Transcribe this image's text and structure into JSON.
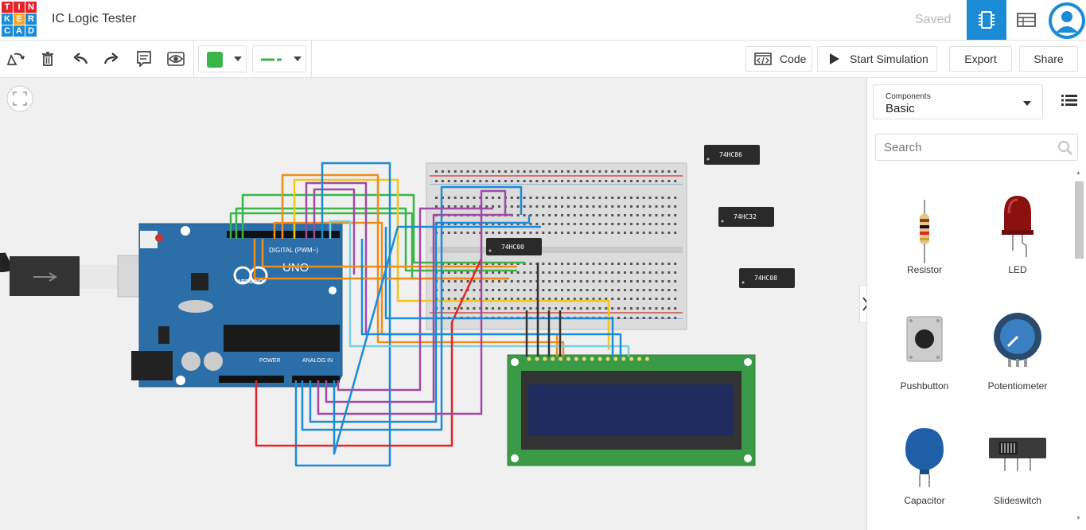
{
  "app": {
    "logo_letters": [
      "T",
      "I",
      "N",
      "K",
      "E",
      "R",
      "C",
      "A",
      "D"
    ],
    "logo_colors": [
      "#e2242a",
      "#e2242a",
      "#e2242a",
      "#1a8bd6",
      "#f5a623",
      "#1a8bd6",
      "#1a8bd6",
      "#1a8bd6",
      "#1a8bd6"
    ],
    "title": "IC Logic Tester",
    "saved_label": "Saved"
  },
  "toolbar": {
    "code_label": "Code",
    "start_sim_label": "Start Simulation",
    "export_label": "Export",
    "share_label": "Share",
    "wire_color": "#3ab54a"
  },
  "panel": {
    "components_caption": "Components",
    "components_value": "Basic",
    "search_placeholder": "Search",
    "items": [
      {
        "label": "Resistor",
        "icon": "resistor-icon"
      },
      {
        "label": "LED",
        "icon": "led-icon"
      },
      {
        "label": "Pushbutton",
        "icon": "pushbutton-icon"
      },
      {
        "label": "Potentiometer",
        "icon": "potentiometer-icon"
      },
      {
        "label": "Capacitor",
        "icon": "capacitor-icon"
      },
      {
        "label": "Slideswitch",
        "icon": "slideswitch-icon"
      }
    ]
  },
  "circuit": {
    "chips": [
      "74HC86",
      "74HC32",
      "74HC08",
      "74HC00"
    ],
    "arduino_model": "UNO",
    "arduino_brand": "ARDUINO",
    "digital_label": "DIGITAL (PWM~)",
    "power_label": "POWER",
    "analog_label": "ANALOG IN"
  }
}
